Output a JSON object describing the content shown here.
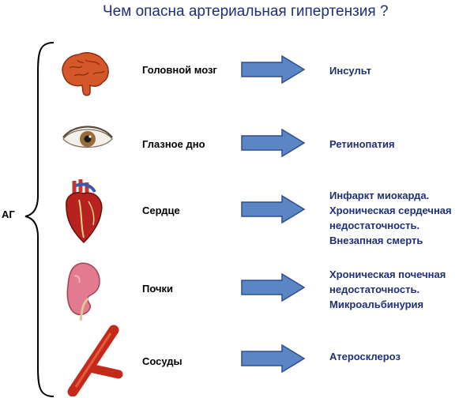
{
  "title": "Чем опасна артериальная гипертензия ?",
  "group_label": "АГ",
  "rows": [
    {
      "icon": "brain-icon",
      "organ": "Головной мозг",
      "effects": [
        "Инсульт"
      ]
    },
    {
      "icon": "eye-icon",
      "organ": "Глазное дно",
      "effects": [
        "Ретинопатия"
      ]
    },
    {
      "icon": "heart-icon",
      "organ": "Сердце",
      "effects": [
        "Инфаркт миокарда.",
        "Хроническая сердечная",
        "недостаточность.",
        "Внезапная смерть"
      ]
    },
    {
      "icon": "kidney-icon",
      "organ": "Почки",
      "effects": [
        "Хроническая почечная",
        "недостаточность.",
        "Микроальбинурия"
      ]
    },
    {
      "icon": "vessel-icon",
      "organ": "Сосуды",
      "effects": [
        "Атеросклероз"
      ]
    }
  ],
  "colors": {
    "title": "#1f2f7a",
    "arrow_fill": "#5b86c6",
    "arrow_stroke": "#2f4f8c",
    "effect_text": "#1f2f7a"
  }
}
